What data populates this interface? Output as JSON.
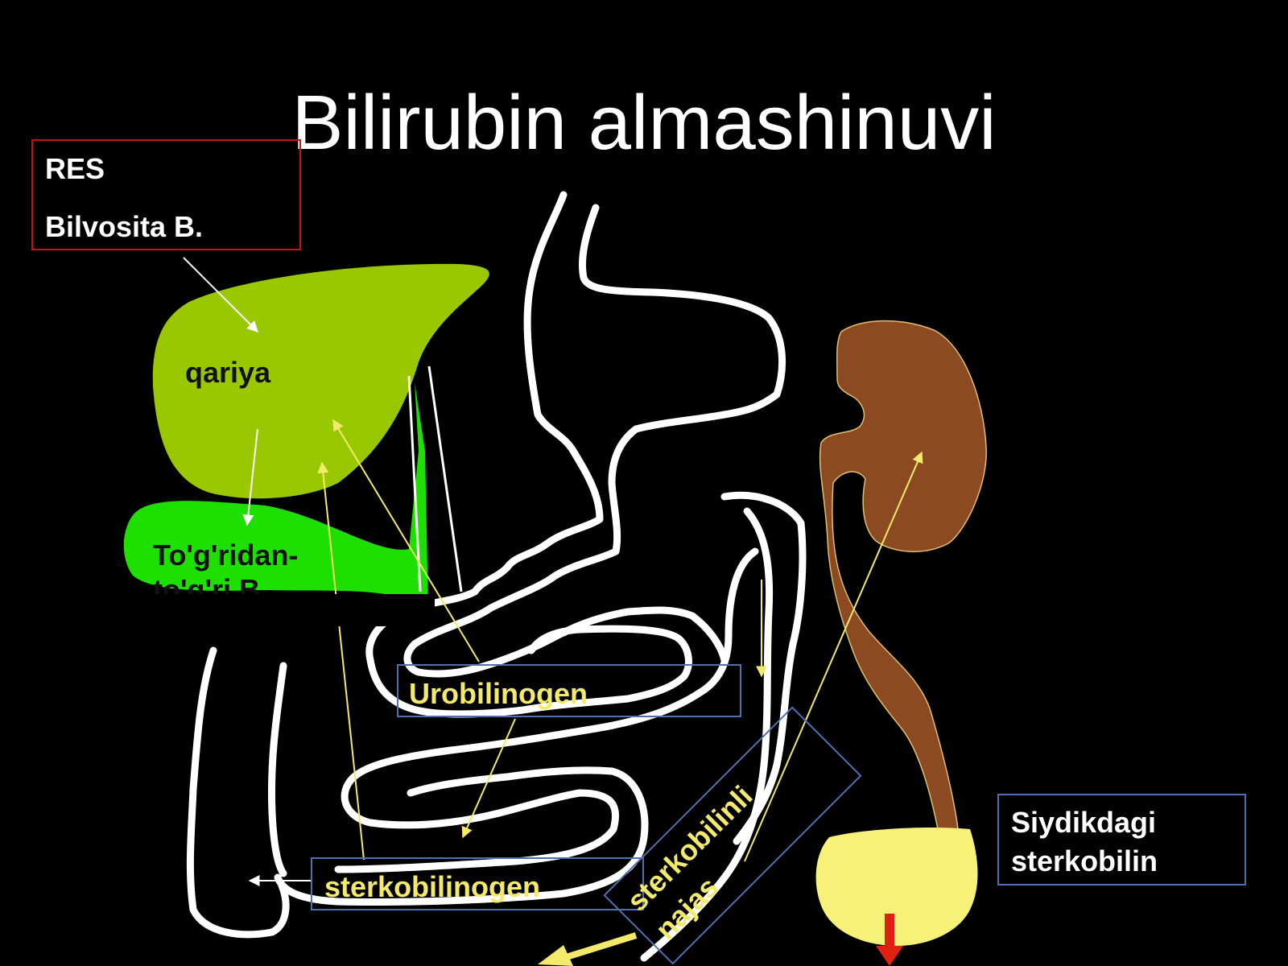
{
  "title": "Bilirubin almashinuvi",
  "labels": {
    "res": "RES",
    "bilvosita": "Bilvosita B.",
    "qariya": "qariya",
    "togridan": "To'g'ridan-",
    "togri": "to'g'ri B.",
    "urobilinogen": "Urobilinogen",
    "sterkobilinogen": "sterkobilinogen",
    "najas_line1": "sterkobilinli",
    "najas_line2": "najas",
    "siydik_line1": "Siydikdagi",
    "siydik_line2": "sterkobilin"
  },
  "colors": {
    "background": "#000000",
    "liver": "#9ac800",
    "gallbladder": "#1ee000",
    "kidney": "#8c4a22",
    "bladder": "#f7f17a",
    "arrow_yellow": "#f3ea6c",
    "arrow_red": "#e02010",
    "res_box": "#cc1111",
    "box_blue": "#4f6fb0"
  }
}
